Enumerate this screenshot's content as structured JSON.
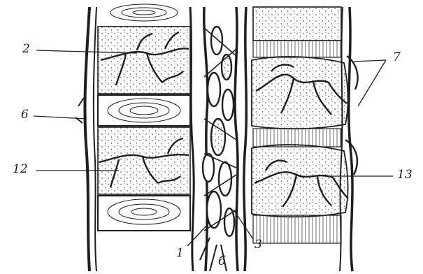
{
  "labels": {
    "l2": "2",
    "l6": "6",
    "l12": "12",
    "l7": "7",
    "l13": "13",
    "l1": "1",
    "l3": "3",
    "caption": "б"
  },
  "colors": {
    "ink": "#1e1e1e",
    "paper": "#ffffff",
    "stipple": "#3a3a3a"
  }
}
